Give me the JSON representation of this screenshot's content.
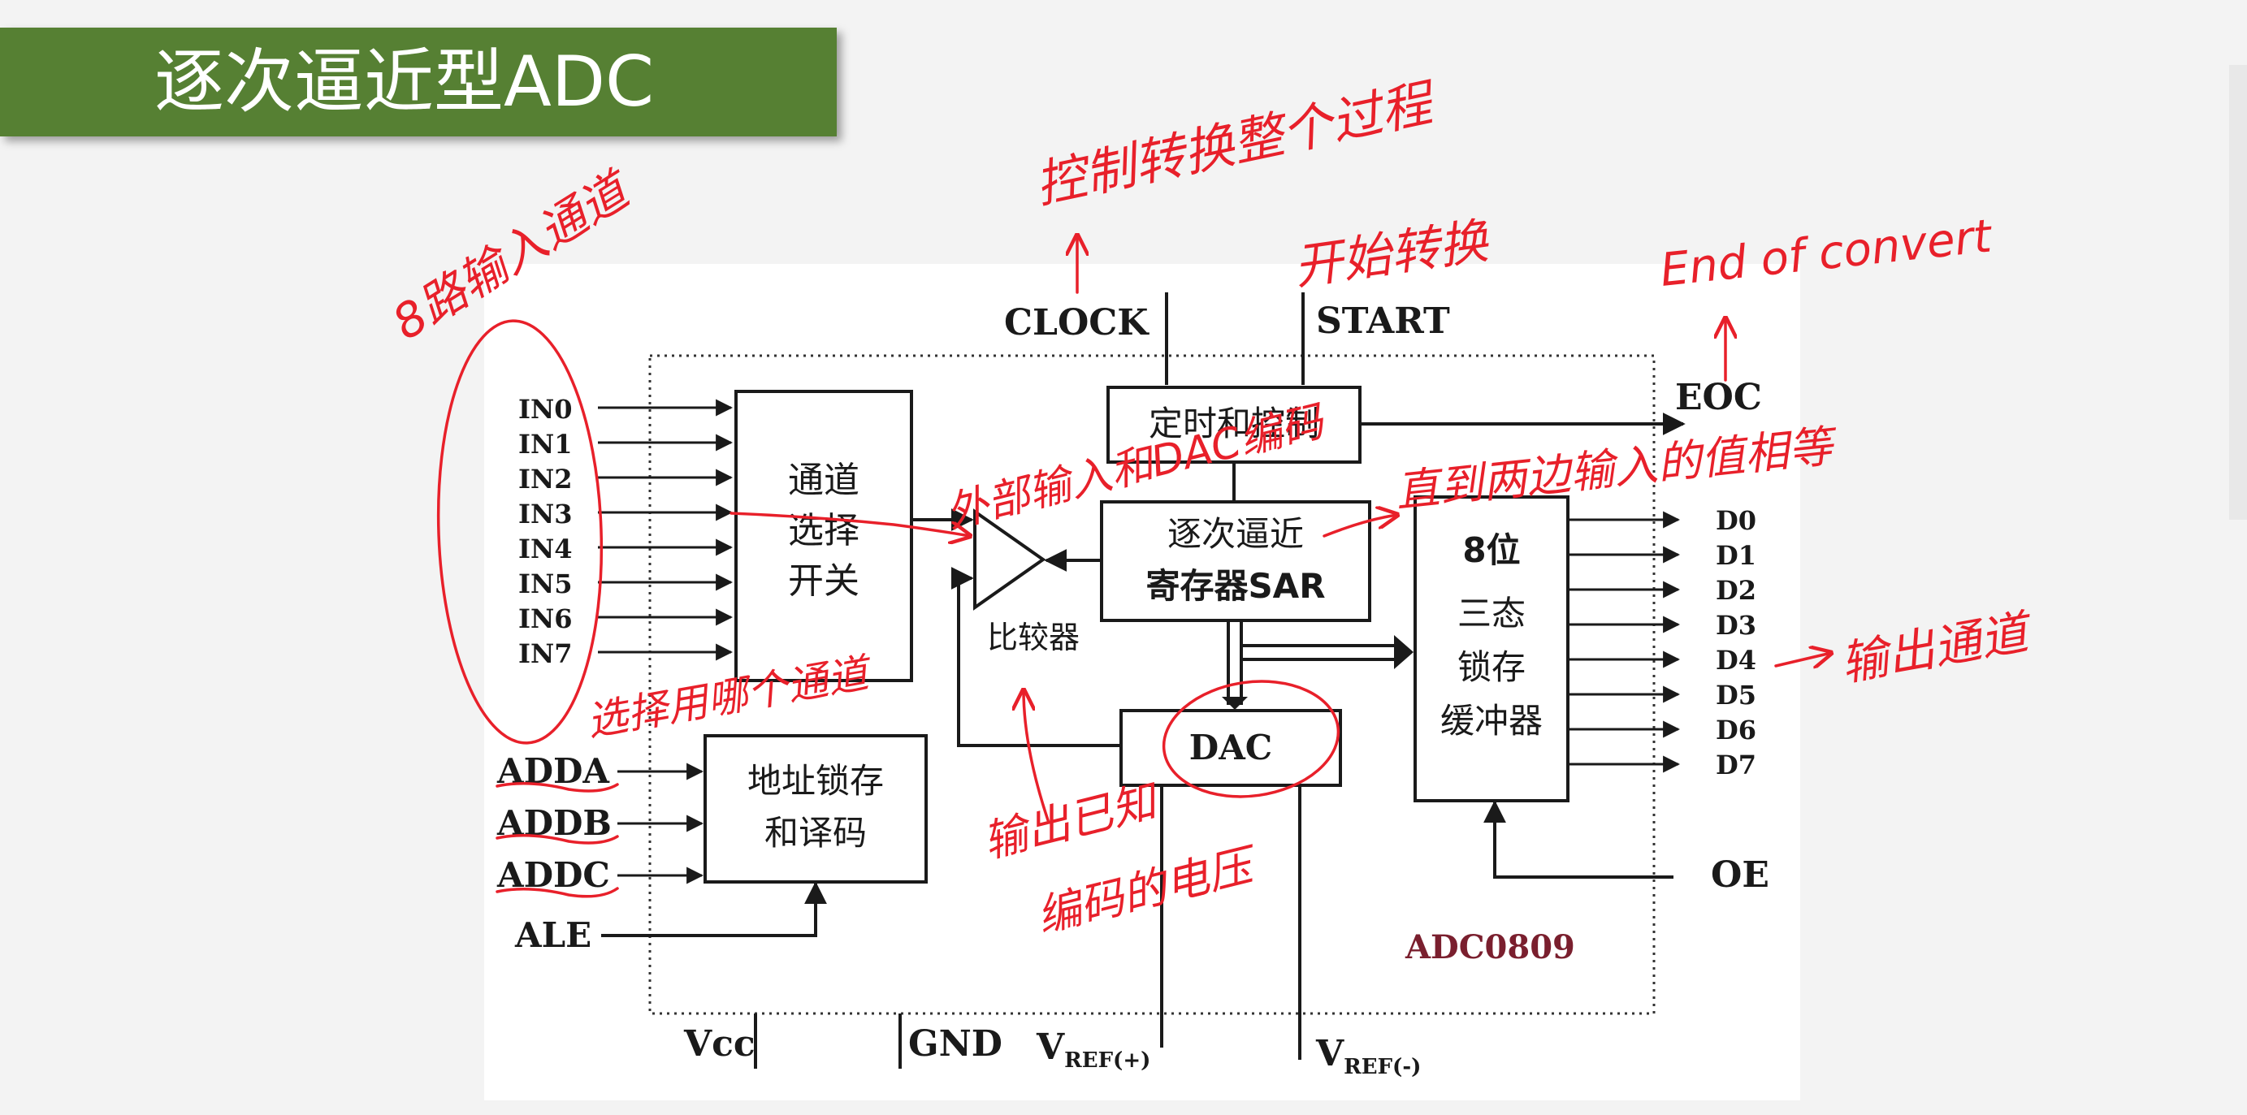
{
  "title": "逐次逼近型ADC",
  "chip": {
    "name": "ADC0809",
    "blocks": {
      "mux": [
        "通道",
        "选择",
        "开关"
      ],
      "control": "定时和控制",
      "sar": [
        "逐次逼近",
        "寄存器SAR"
      ],
      "comparator": "比较器",
      "dac": "DAC",
      "latch": [
        "地址锁存",
        "和译码"
      ],
      "buffer": [
        "8位",
        "三态",
        "锁存",
        "缓冲器"
      ]
    },
    "pins": {
      "inputs": [
        "IN0",
        "IN1",
        "IN2",
        "IN3",
        "IN4",
        "IN5",
        "IN6",
        "IN7"
      ],
      "address": [
        "ADDA",
        "ADDB",
        "ADDC",
        "ALE"
      ],
      "clock": "CLOCK",
      "start": "START",
      "eoc": "EOC",
      "outputs": [
        "D0",
        "D1",
        "D2",
        "D3",
        "D4",
        "D5",
        "D6",
        "D7"
      ],
      "oe": "OE",
      "vcc": "Vcc",
      "gnd": "GND",
      "vref_plus_main": "V",
      "vref_plus_sub": "REF(+)",
      "vref_minus_main": "V",
      "vref_minus_sub": "REF(-)"
    }
  },
  "annotations": {
    "channels": "8路输入通道",
    "clock_note": "控制转换整个过程",
    "start_note": "开始转换",
    "eoc_note": "End of convert",
    "compare_note": "外部输入和DAC编码",
    "until_note": "直到两边输入的值相等",
    "select_note": "选择用哪个通道",
    "output_note": "输出通道",
    "dac_note": [
      "输出已知",
      "编码的电压"
    ]
  },
  "colors": {
    "title_bar": "#568033",
    "ink": "#1a1a1a",
    "annotation": "#e8202a",
    "chip_name": "#7a1f2e"
  }
}
